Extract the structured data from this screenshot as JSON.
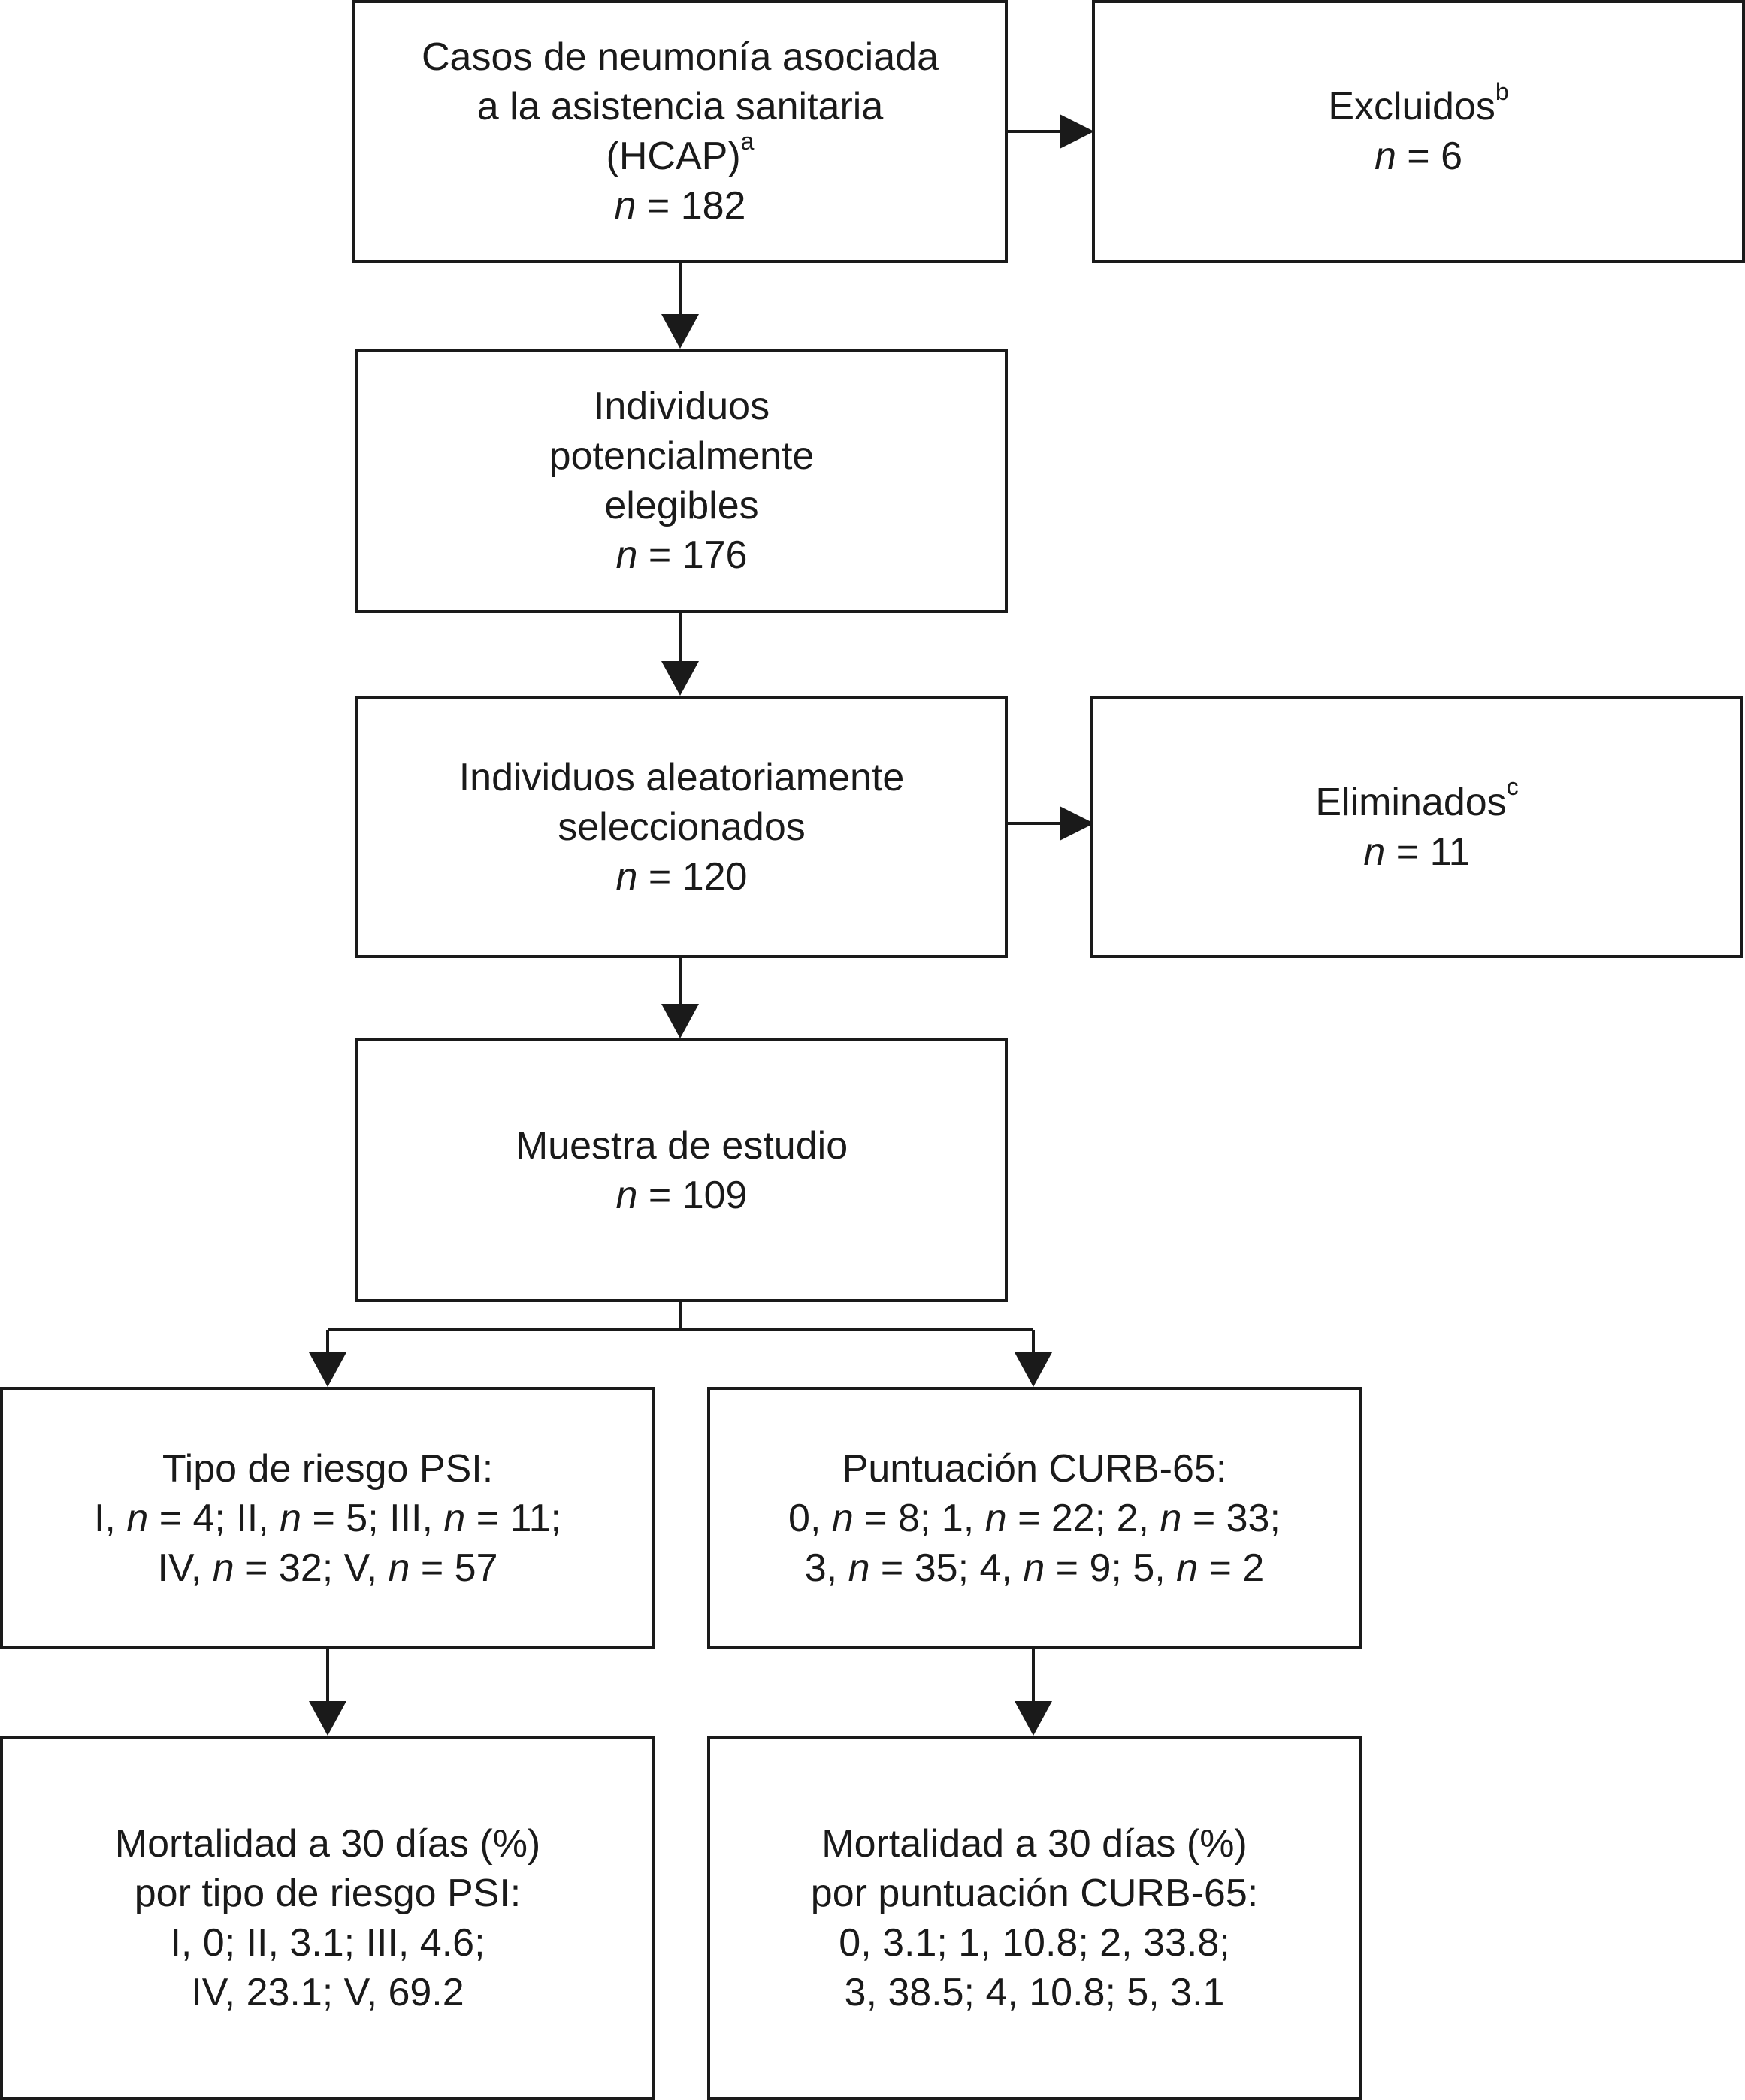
{
  "boxes": {
    "hcap": {
      "line1": "Casos de neumonía asociada",
      "line2": "a la asistencia sanitaria",
      "line3": "(HCAP)",
      "line3_sup": "a",
      "n_label": "n",
      "n_value": " = 182"
    },
    "excluded": {
      "line1": "Excluidos",
      "line1_sup": "b",
      "n_label": "n",
      "n_value": " = 6"
    },
    "eligible": {
      "line1": "Individuos",
      "line2": "potencialmente",
      "line3": "elegibles",
      "n_label": "n",
      "n_value": " = 176"
    },
    "random": {
      "line1": "Individuos aleatoriamente",
      "line2": "seleccionados",
      "n_label": "n",
      "n_value": " = 120"
    },
    "removed": {
      "line1": "Eliminados",
      "line1_sup": "c",
      "n_label": "n",
      "n_value": " = 11"
    },
    "sample": {
      "line1": "Muestra de estudio",
      "n_label": "n",
      "n_value": " = 109"
    },
    "psi": {
      "title": "Tipo de riesgo PSI:",
      "classes": [
        {
          "label": "I, ",
          "n": "n",
          "value": " = 4; "
        },
        {
          "label": "II, ",
          "n": "n",
          "value": " = 5; "
        },
        {
          "label": "III, ",
          "n": "n",
          "value": " = 11;"
        },
        {
          "label": "IV, ",
          "n": "n",
          "value": " = 32; "
        },
        {
          "label": "V, ",
          "n": "n",
          "value": " = 57"
        }
      ]
    },
    "curb": {
      "title": "Puntuación CURB-65:",
      "classes": [
        {
          "label": "0, ",
          "n": "n",
          "value": " = 8; "
        },
        {
          "label": "1, ",
          "n": "n",
          "value": " = 22; "
        },
        {
          "label": "2, ",
          "n": "n",
          "value": " = 33;"
        },
        {
          "label": "3, ",
          "n": "n",
          "value": " = 35; "
        },
        {
          "label": "4, ",
          "n": "n",
          "value": " = 9; "
        },
        {
          "label": "5, ",
          "n": "n",
          "value": " = 2"
        }
      ]
    },
    "psi_mortality": {
      "line1": "Mortalidad a 30 días (%)",
      "line2": "por tipo de riesgo PSI:",
      "line3": "I, 0; II, 3.1; III, 4.6;",
      "line4": "IV, 23.1; V, 69.2"
    },
    "curb_mortality": {
      "line1": "Mortalidad a 30 días (%)",
      "line2": "por puntuación CURB-65:",
      "line3": "0, 3.1; 1, 10.8; 2, 33.8;",
      "line4": "3, 38.5; 4, 10.8; 5, 3.1"
    }
  }
}
